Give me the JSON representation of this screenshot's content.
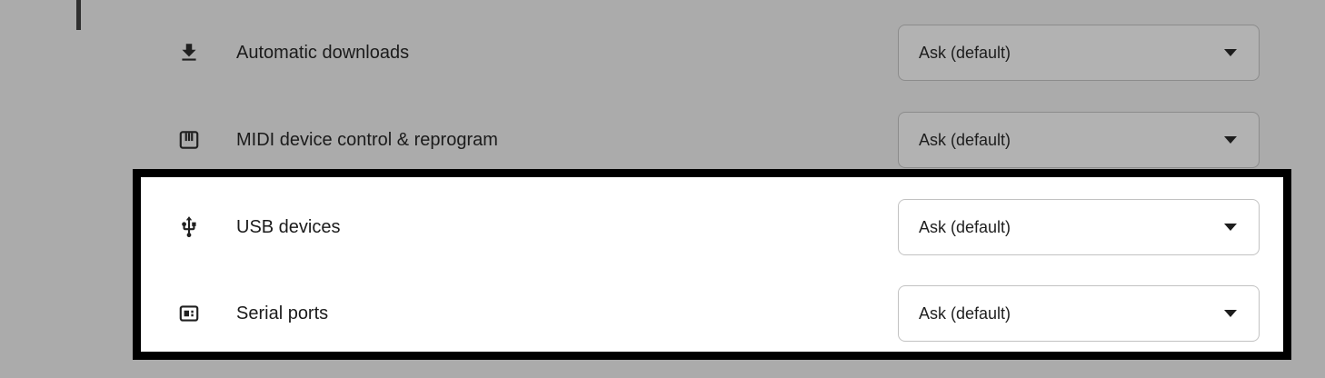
{
  "page": {
    "context": "Chrome site settings permissions list (dimmed with annotation highlight)",
    "background_color": "#ababab",
    "highlight_border_color": "#000000",
    "highlight_fill_color": "#ffffff"
  },
  "permissions": {
    "rows": [
      {
        "icon": "download-icon",
        "label": "Automatic downloads",
        "value": "Ask (default)",
        "highlighted": false
      },
      {
        "icon": "midi-icon",
        "label": "MIDI device control & reprogram",
        "value": "Ask (default)",
        "highlighted": false
      },
      {
        "icon": "usb-icon",
        "label": "USB devices",
        "value": "Ask (default)",
        "highlighted": true
      },
      {
        "icon": "serial-port-icon",
        "label": "Serial ports",
        "value": "Ask (default)",
        "highlighted": true
      }
    ]
  }
}
